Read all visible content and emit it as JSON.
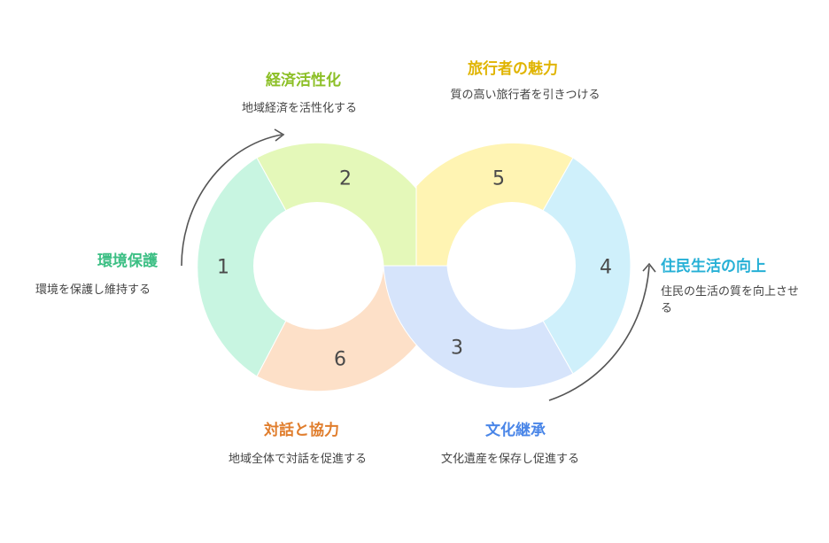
{
  "colors": {
    "seg1": "#c8f5e1",
    "seg2": "#e4f8b9",
    "seg3": "#d6e4fb",
    "seg4": "#cff0fb",
    "seg5": "#fff4b3",
    "seg6": "#fde0c8",
    "title1": "#3cbf84",
    "title2": "#8cbf26",
    "title3": "#4a86e8",
    "title4": "#26b0d6",
    "title5": "#e0b400",
    "title6": "#e07d2c",
    "arrow": "#555555"
  },
  "segments": [
    {
      "number": "1",
      "title": "環境保護",
      "description": "環境を保護し維持する"
    },
    {
      "number": "2",
      "title": "経済活性化",
      "description": "地域経済を活性化する"
    },
    {
      "number": "3",
      "title": "文化継承",
      "description": "文化遺産を保存し促進する"
    },
    {
      "number": "4",
      "title": "住民生活の向上",
      "description": "住民の生活の質を向上させる"
    },
    {
      "number": "5",
      "title": "旅行者の魅力",
      "description": "質の高い旅行者を引きつける"
    },
    {
      "number": "6",
      "title": "対話と協力",
      "description": "地域全体で対話を促進する"
    }
  ]
}
